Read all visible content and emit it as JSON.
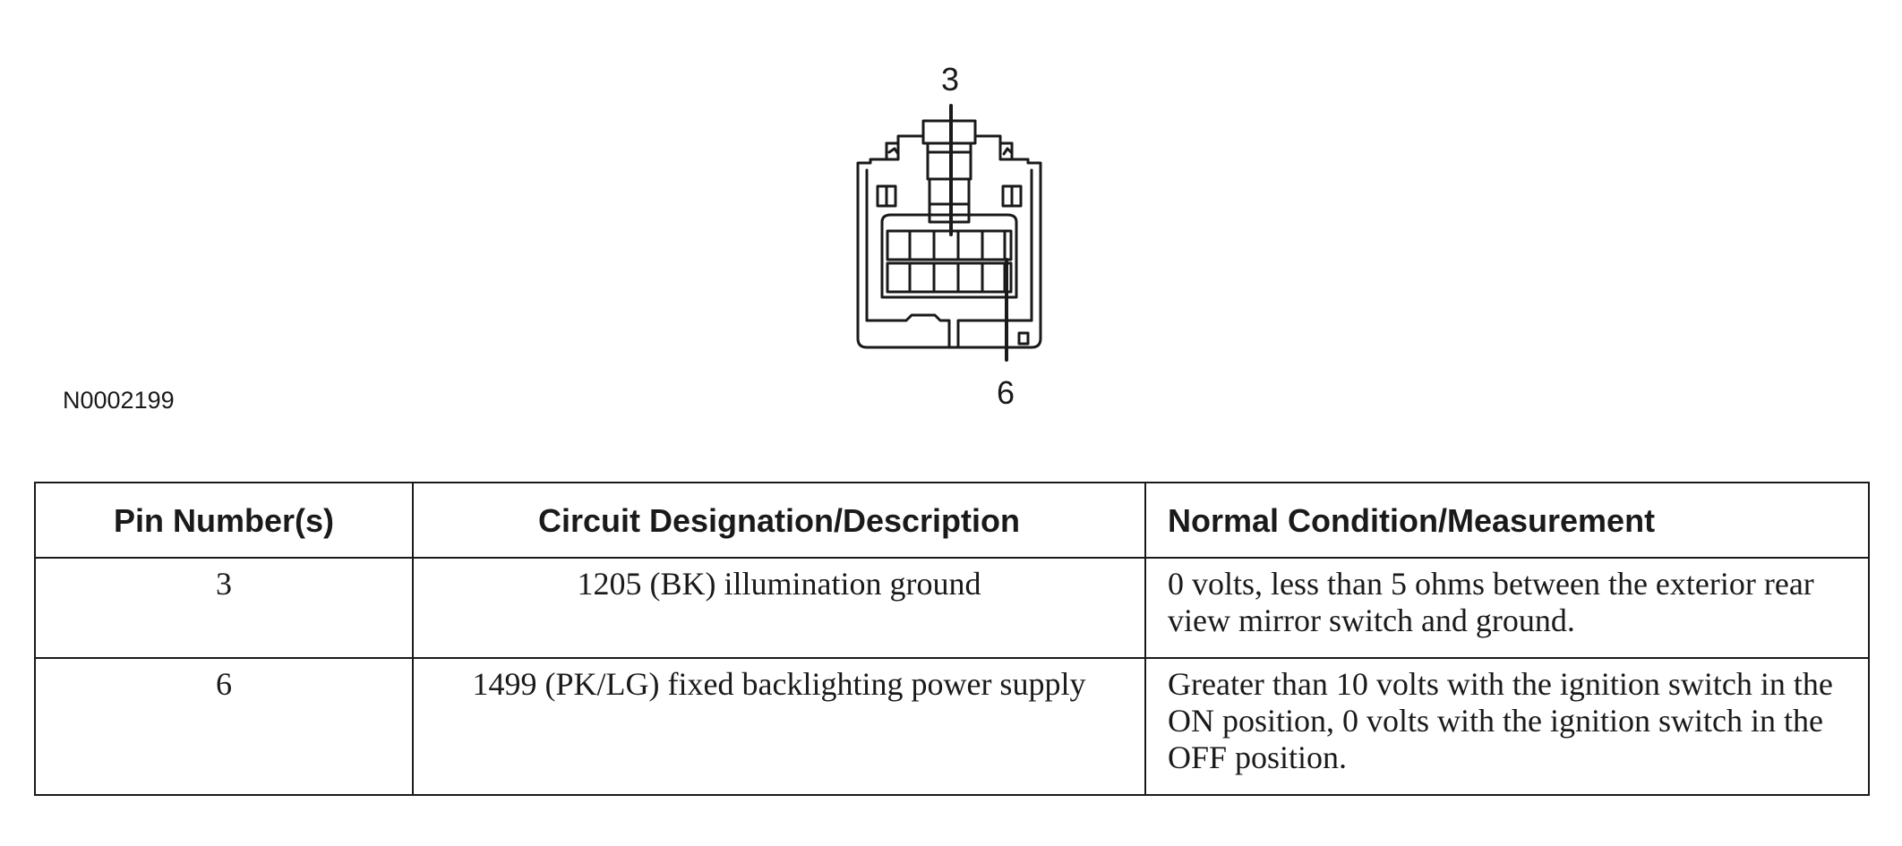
{
  "figure": {
    "id": "N0002199",
    "callouts": [
      "3",
      "6"
    ]
  },
  "table": {
    "headers": [
      "Pin Number(s)",
      "Circuit Designation/Description",
      "Normal Condition/Measurement"
    ],
    "rows": [
      [
        "3",
        "1205 (BK) illumination ground",
        "0 volts, less than 5 ohms between the exterior rear view mirror switch and ground."
      ],
      [
        "6",
        "1499 (PK/LG) fixed backlighting power supply",
        "Greater than 10 volts with the ignition switch in the ON position, 0 volts with the ignition switch in the OFF position."
      ]
    ]
  },
  "colors": {
    "ink": "#1a1a1a",
    "background": "#ffffff"
  }
}
